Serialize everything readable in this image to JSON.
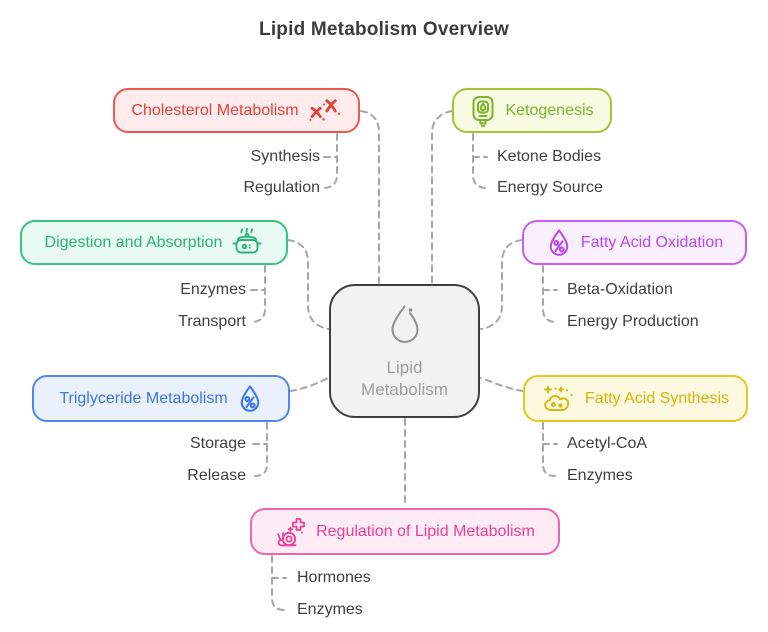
{
  "title": "Lipid Metabolism Overview",
  "palette": {
    "title_text": "#3d3d3d",
    "connector": "#a6a6a6",
    "sublabel_text": "#3f3f3f"
  },
  "center": {
    "label": "Lipid Metabolism",
    "icon": "droplet-icon",
    "colors": {
      "border": "#3f3f3f",
      "bg": "#f2f2f2",
      "text": "#9e9e9e",
      "icon": "#8f8f8f"
    }
  },
  "branches": [
    {
      "label": "Cholesterol Metabolism",
      "icon": "chromosome-icon",
      "colors": {
        "border": "#ea5a52",
        "bg": "#fdeceb",
        "text": "#e4423d"
      },
      "children": [
        "Synthesis",
        "Regulation"
      ]
    },
    {
      "label": "Ketogenesis",
      "icon": "ketone-meter-icon",
      "colors": {
        "border": "#9fc636",
        "bg": "#f6fbe2",
        "text": "#7ab428"
      },
      "children": [
        "Ketone Bodies",
        "Energy Source"
      ]
    },
    {
      "label": "Digestion and Absorption",
      "icon": "cooking-pot-icon",
      "colors": {
        "border": "#35c483",
        "bg": "#e9faf2",
        "text": "#2bb474"
      },
      "children": [
        "Enzymes",
        "Transport"
      ]
    },
    {
      "label": "Fatty Acid Oxidation",
      "icon": "droplet-percent-icon",
      "colors": {
        "border": "#c75ef0",
        "bg": "#f9effe",
        "text": "#ba4ae6"
      },
      "children": [
        "Beta-Oxidation",
        "Energy Production"
      ]
    },
    {
      "label": "Triglyceride Metabolism",
      "icon": "droplet-percent-icon",
      "colors": {
        "border": "#5288ee",
        "bg": "#eaf1fd",
        "text": "#3c78e5"
      },
      "children": [
        "Storage",
        "Release"
      ]
    },
    {
      "label": "Fatty Acid Synthesis",
      "icon": "sparkle-foam-icon",
      "colors": {
        "border": "#e5c81c",
        "bg": "#fdf9e0",
        "text": "#d3b70a"
      },
      "children": [
        "Acetyl-CoA",
        "Enzymes"
      ]
    },
    {
      "label": "Regulation of Lipid Metabolism",
      "icon": "snail-plus-icon",
      "colors": {
        "border": "#f263a8",
        "bg": "#fdecf5",
        "text": "#ee3e96"
      },
      "children": [
        "Hormones",
        "Enzymes"
      ]
    }
  ]
}
